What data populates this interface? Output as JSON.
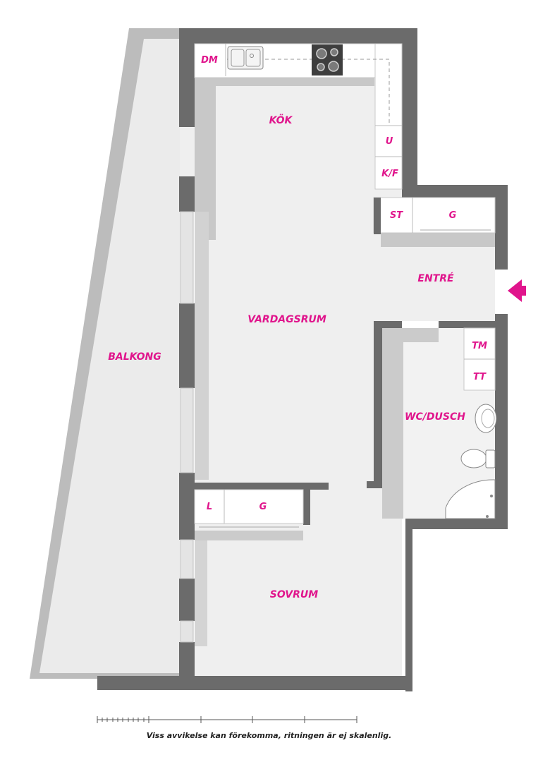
{
  "rooms": {
    "kitchen": "KÖK",
    "living": "VARDAGSRUM",
    "entry": "ENTRÉ",
    "bathroom": "WC/DUSCH",
    "bedroom": "SOVRUM",
    "balcony": "BALKONG"
  },
  "fixtures": {
    "dishwasher": "DM",
    "upper": "U",
    "fridge_freezer": "K/F",
    "cleaning_closet": "ST",
    "wardrobe_entry": "G",
    "washer": "TM",
    "dryer": "TT",
    "linen": "L",
    "wardrobe_bedroom": "G"
  },
  "colors": {
    "label": "#e0158c",
    "wall": "#6b6b6b",
    "floor": "#efefef",
    "shadow": "#c8c8c8"
  },
  "footer": {
    "disclaimer": "Viss avvikelse kan förekomma, ritningen är ej skalenlig."
  }
}
